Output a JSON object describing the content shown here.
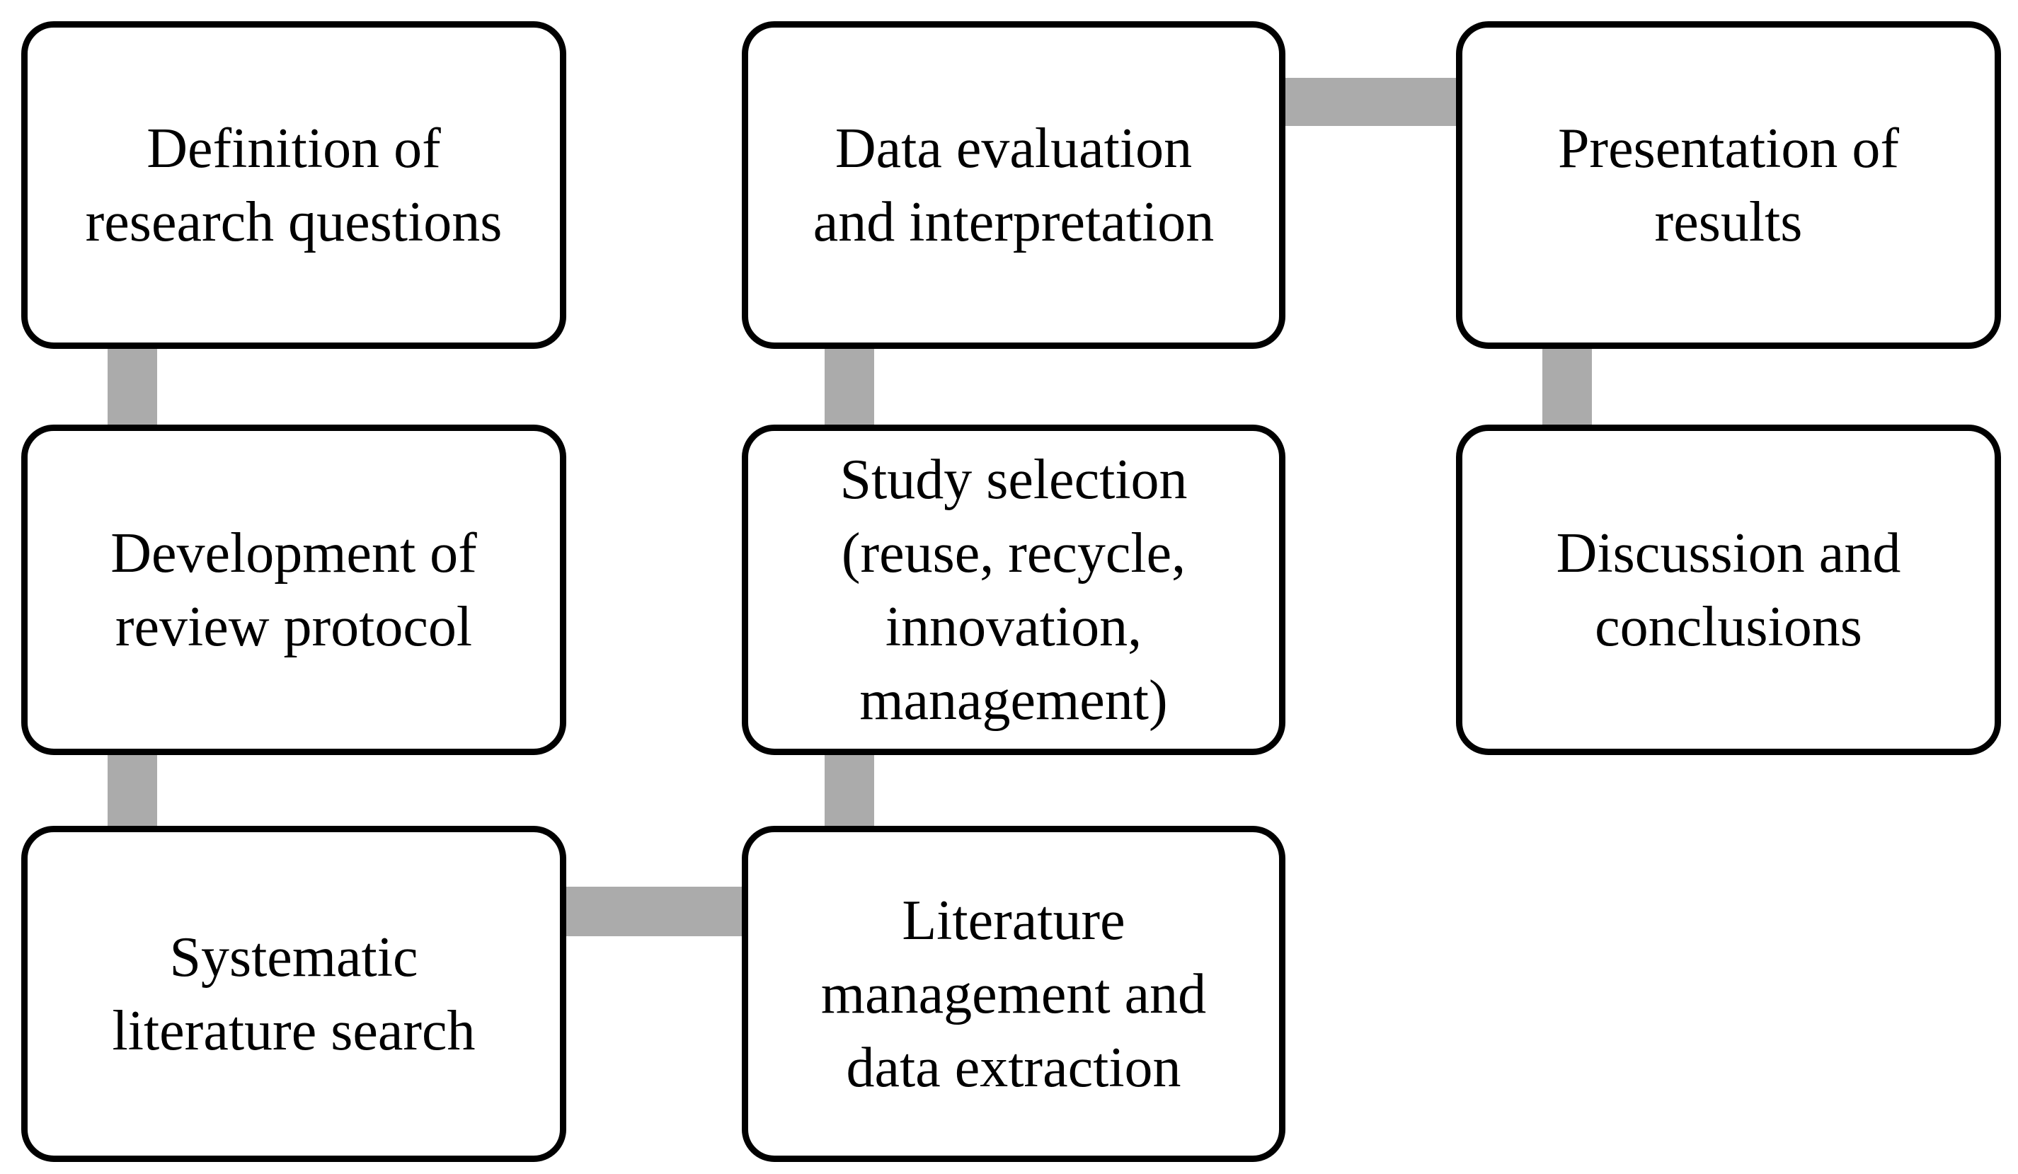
{
  "figure": {
    "type": "flowchart",
    "description": "Systematic literature review process flow",
    "colors": {
      "background": "#ffffff",
      "node_fill": "#ffffff",
      "node_border": "#000000",
      "text": "#000000",
      "connector": "#ABABAB"
    },
    "nodes": [
      {
        "id": "definition",
        "label": "Definition of\nresearch questions"
      },
      {
        "id": "protocol",
        "label": "Development of\nreview protocol"
      },
      {
        "id": "search",
        "label": "Systematic\nliterature search"
      },
      {
        "id": "management",
        "label": "Literature\nmanagement and\ndata extraction"
      },
      {
        "id": "selection",
        "label": "Study selection\n(reuse, recycle,\ninnovation,\nmanagement)"
      },
      {
        "id": "evaluation",
        "label": "Data evaluation\nand interpretation"
      },
      {
        "id": "presentation",
        "label": "Presentation of\nresults"
      },
      {
        "id": "discussion",
        "label": "Discussion and\nconclusions"
      }
    ],
    "edges": [
      {
        "from": "definition",
        "to": "protocol"
      },
      {
        "from": "protocol",
        "to": "search"
      },
      {
        "from": "search",
        "to": "management"
      },
      {
        "from": "management",
        "to": "selection"
      },
      {
        "from": "selection",
        "to": "evaluation"
      },
      {
        "from": "evaluation",
        "to": "presentation"
      },
      {
        "from": "presentation",
        "to": "discussion"
      }
    ]
  }
}
